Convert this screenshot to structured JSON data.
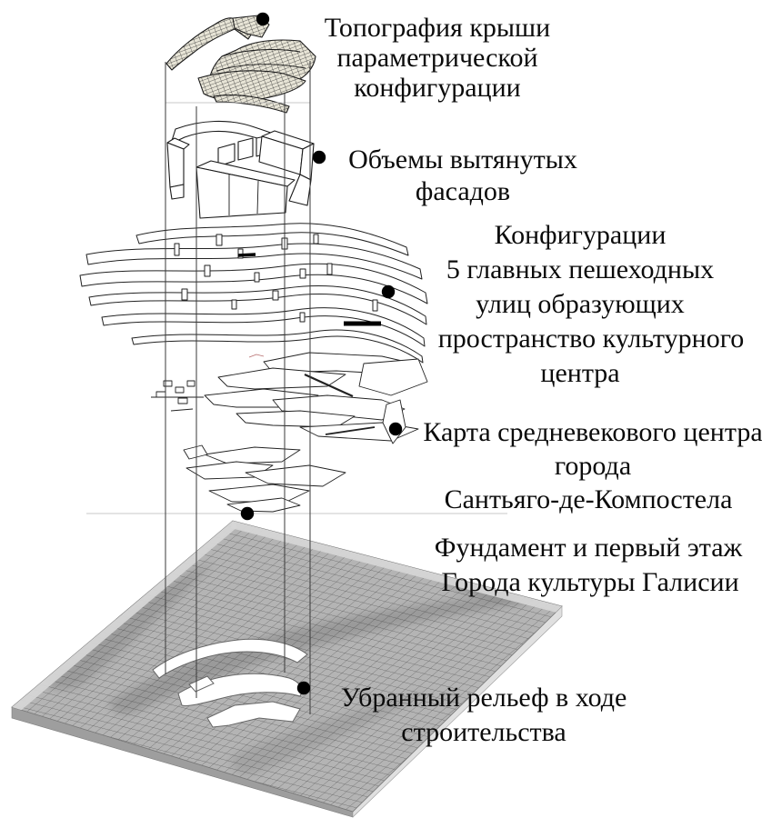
{
  "diagram": {
    "labels": [
      {
        "id": "roof-topography",
        "lines": [
          "Топография крыши",
          "параметрической",
          "конфигурации"
        ]
      },
      {
        "id": "facade-volumes",
        "lines": [
          "Объемы вытянутых",
          "фасадов"
        ]
      },
      {
        "id": "street-configurations",
        "lines": [
          "Конфигурации",
          "5 главных пешеходных",
          "улиц образующих",
          "пространство культурного",
          "центра"
        ]
      },
      {
        "id": "medieval-map",
        "lines": [
          "Карта средневекового центра",
          "города",
          "Сантьяго-де-Компостела"
        ]
      },
      {
        "id": "foundation",
        "lines": [
          "Фундамент и первый этаж",
          "Города культуры Галисии"
        ]
      },
      {
        "id": "removed-relief",
        "lines": [
          "Убранный рельеф в ходе",
          "строительства"
        ]
      }
    ],
    "markers": {
      "count": 6,
      "color": "#000000"
    },
    "colors": {
      "ink": "#1a1a1a",
      "terrain_fill": "#b4b4b4",
      "terrain_grid": "#555555",
      "terrain_side_dark": "#9e9e9e",
      "terrain_side_light": "#e0e0e0",
      "roof_fill": "#e7e4d6",
      "roof_grid": "#2e2e2e",
      "map_accent_red": "#b87070"
    }
  }
}
